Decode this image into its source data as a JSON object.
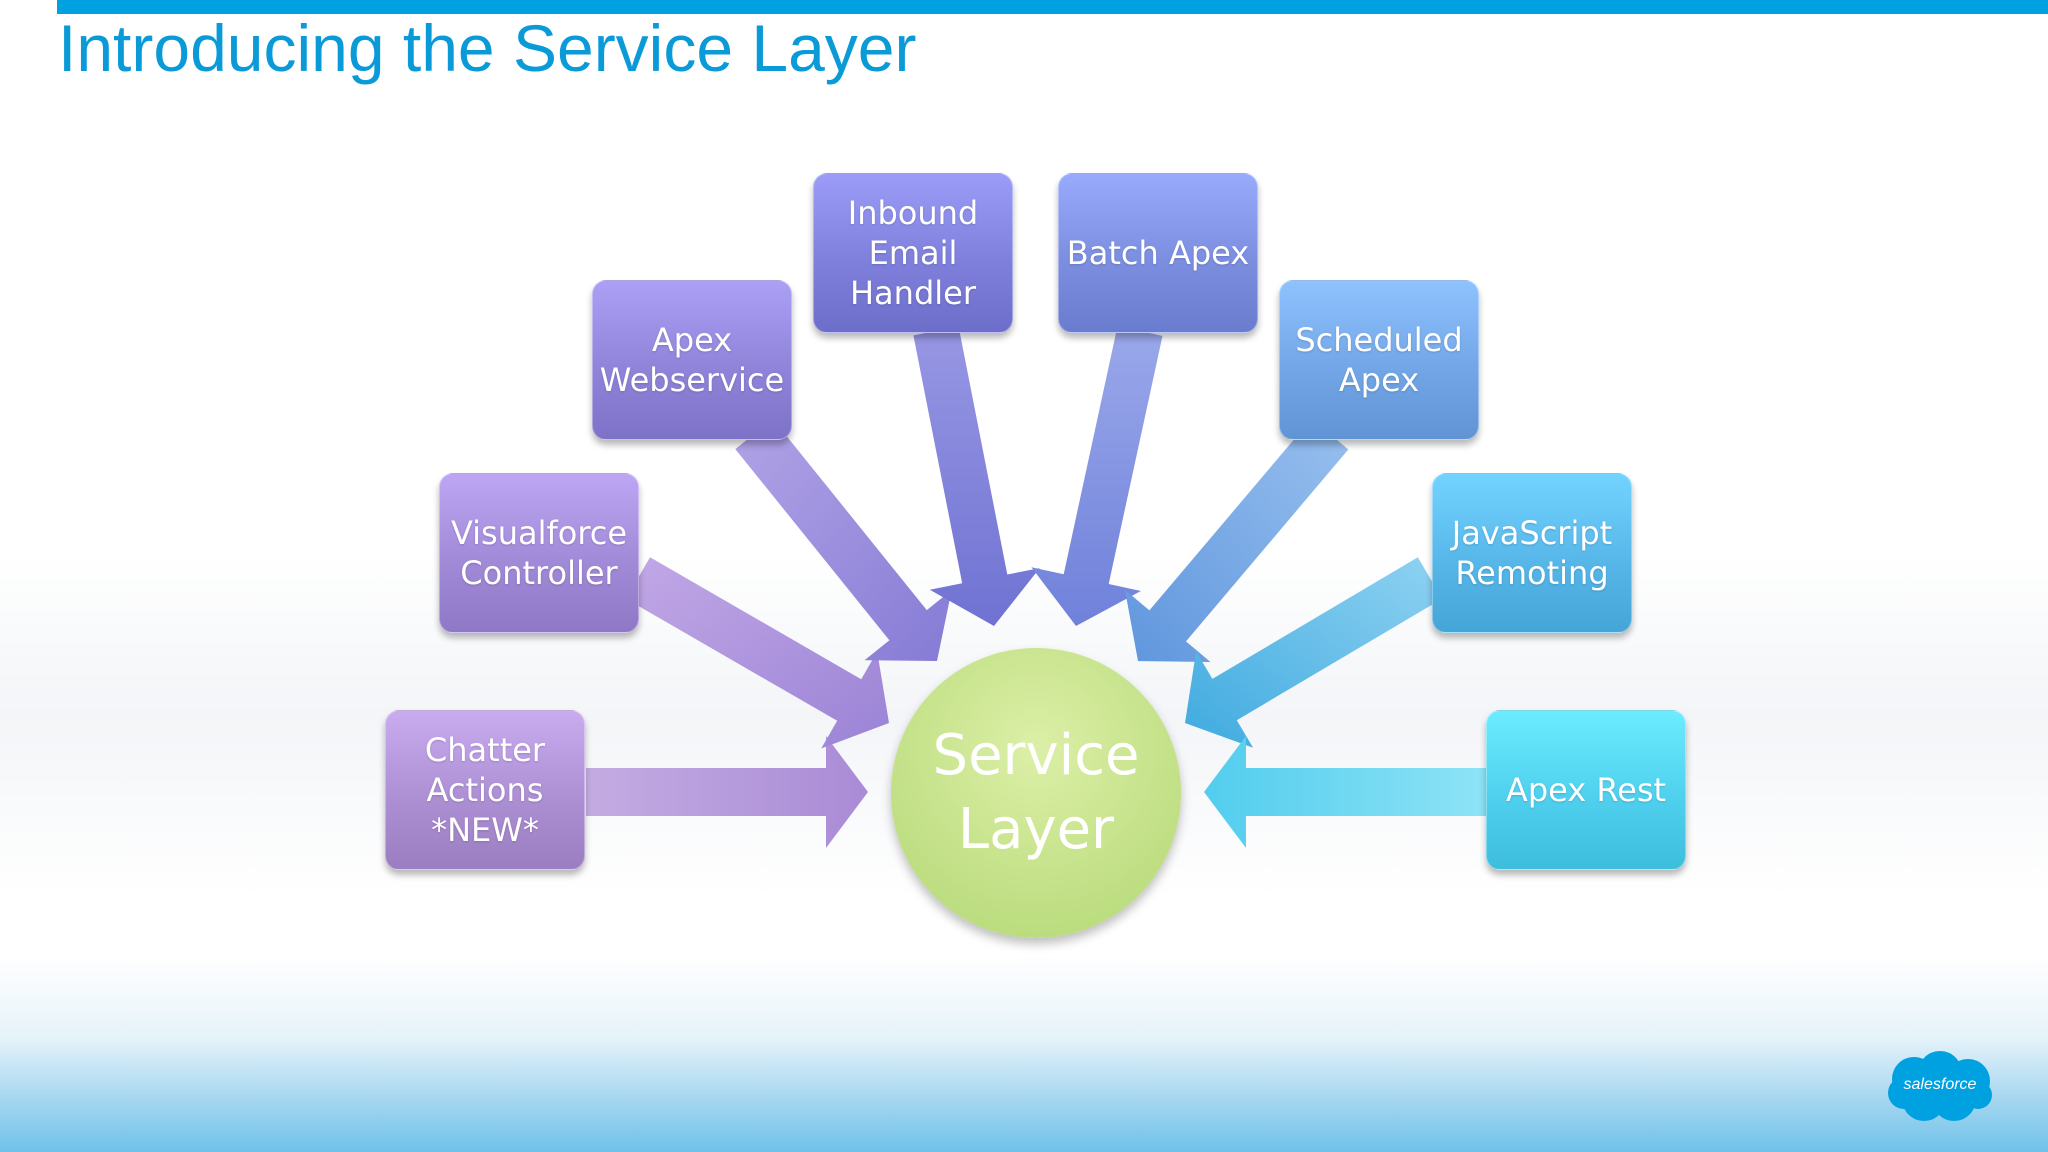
{
  "slide": {
    "title": "Introducing the Service Layer"
  },
  "diagram": {
    "center": "Service\nLayer",
    "sources": [
      {
        "label": "Chatter\nActions\n*NEW*",
        "color": "#ad8fd3"
      },
      {
        "label": "Visualforce\nController",
        "color": "#a18ad7"
      },
      {
        "label": "Apex\nWebservice",
        "color": "#8f84d9"
      },
      {
        "label": "Inbound\nEmail\nHandler",
        "color": "#7f80dc"
      },
      {
        "label": "Batch Apex",
        "color": "#7c8ee0"
      },
      {
        "label": "Scheduled\nApex",
        "color": "#72a6e6"
      },
      {
        "label": "JavaScript\nRemoting",
        "color": "#57b7e9"
      },
      {
        "label": "Apex Rest",
        "color": "#4fd0ee"
      }
    ]
  },
  "logo": {
    "text": "salesforce",
    "icon": "salesforce-cloud-icon",
    "color": "#00a1e0"
  },
  "colors": {
    "accent": "#00a1e0",
    "title": "#0a9ad8",
    "center": "#c5e28a"
  }
}
